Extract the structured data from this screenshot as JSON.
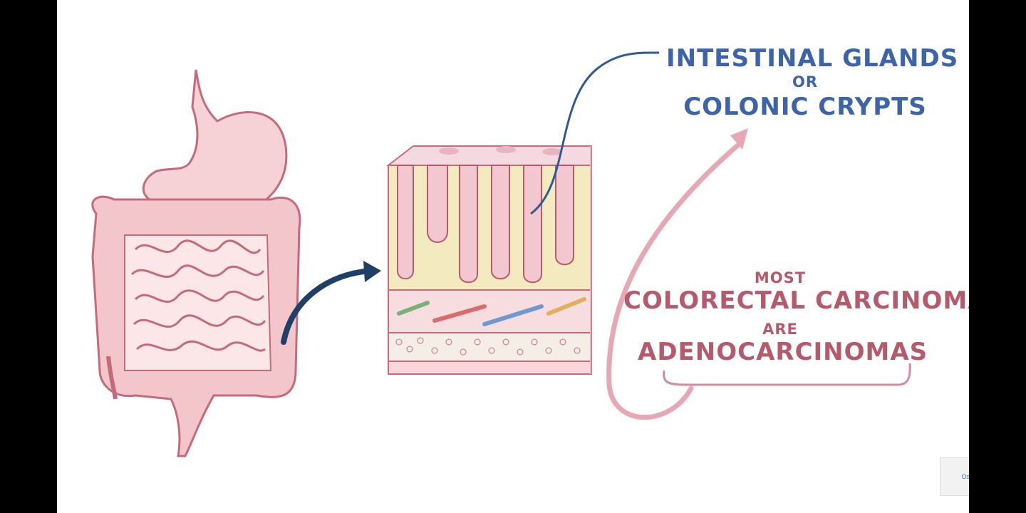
{
  "annotation_top": {
    "line1": "INTESTINAL GLANDS",
    "line2": "OR",
    "line3": "COLONIC CRYPTS"
  },
  "annotation_bottom": {
    "line1": "MOST",
    "line2": "COLORECTAL CARCINOMAS",
    "line3": "ARE",
    "line4": "ADENOCARCINOMAS"
  },
  "watermark": {
    "text": "Osmosis"
  },
  "colors": {
    "blue_text": "#3d64a8",
    "rose_text": "#b45a6c",
    "organ_fill": "#f3c6cc",
    "organ_stroke": "#c46a7a",
    "arrow_dark_blue": "#1f3f66",
    "arrow_pink": "#e6a8b4",
    "tissue_yellow": "#f3eac0"
  },
  "icons": {
    "digestive_tract": "digestive-system-illustration",
    "tissue_block": "colon-wall-cross-section-illustration"
  }
}
